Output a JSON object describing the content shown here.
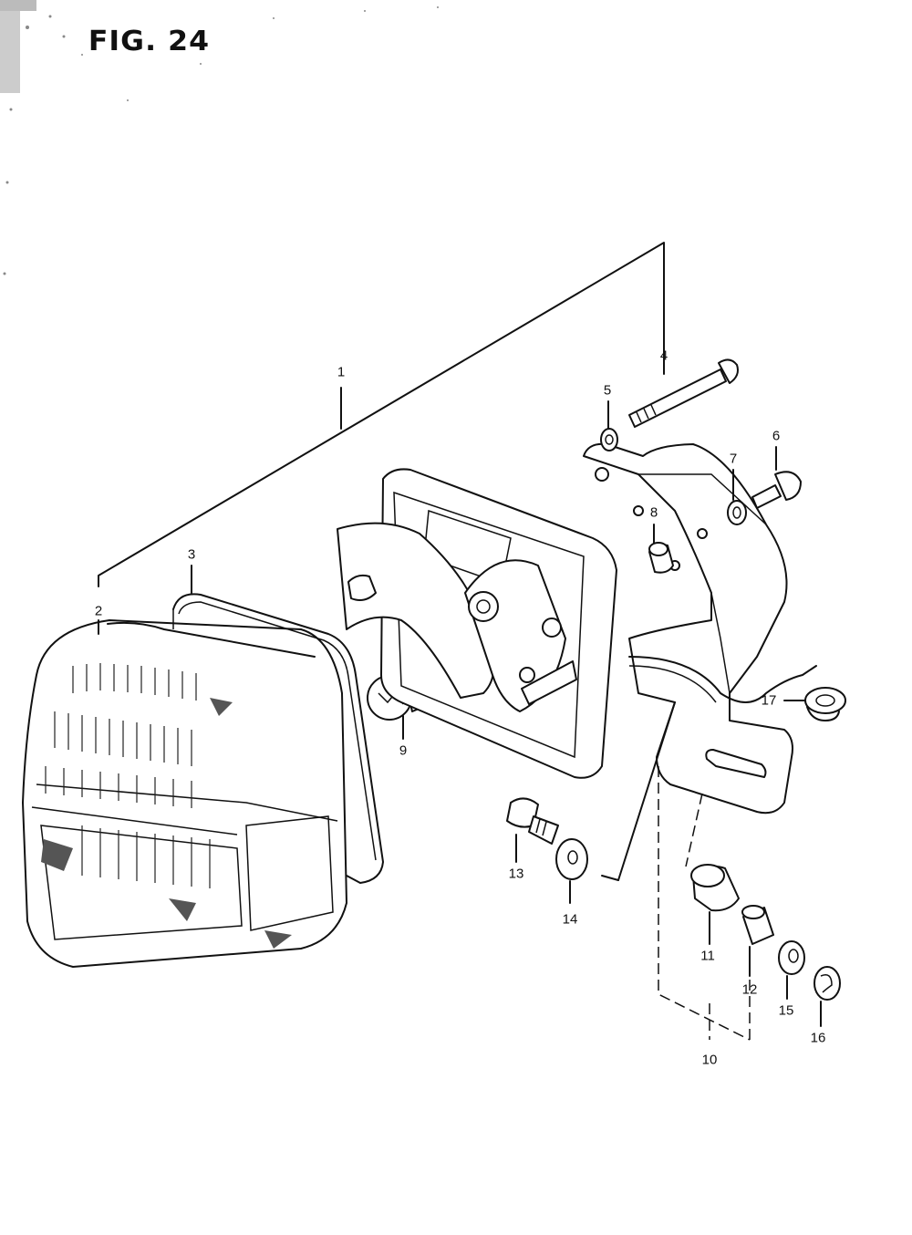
{
  "figure": {
    "title": "FIG. 24"
  },
  "callouts": [
    {
      "id": "1",
      "label": "1"
    },
    {
      "id": "2",
      "label": "2"
    },
    {
      "id": "3",
      "label": "3"
    },
    {
      "id": "4",
      "label": "4"
    },
    {
      "id": "5",
      "label": "5"
    },
    {
      "id": "6",
      "label": "6"
    },
    {
      "id": "7",
      "label": "7"
    },
    {
      "id": "8",
      "label": "8"
    },
    {
      "id": "9",
      "label": "9"
    },
    {
      "id": "10",
      "label": "10"
    },
    {
      "id": "11",
      "label": "11"
    },
    {
      "id": "12",
      "label": "12"
    },
    {
      "id": "13",
      "label": "13"
    },
    {
      "id": "14",
      "label": "14"
    },
    {
      "id": "15",
      "label": "15"
    },
    {
      "id": "16",
      "label": "16"
    },
    {
      "id": "17",
      "label": "17"
    }
  ]
}
